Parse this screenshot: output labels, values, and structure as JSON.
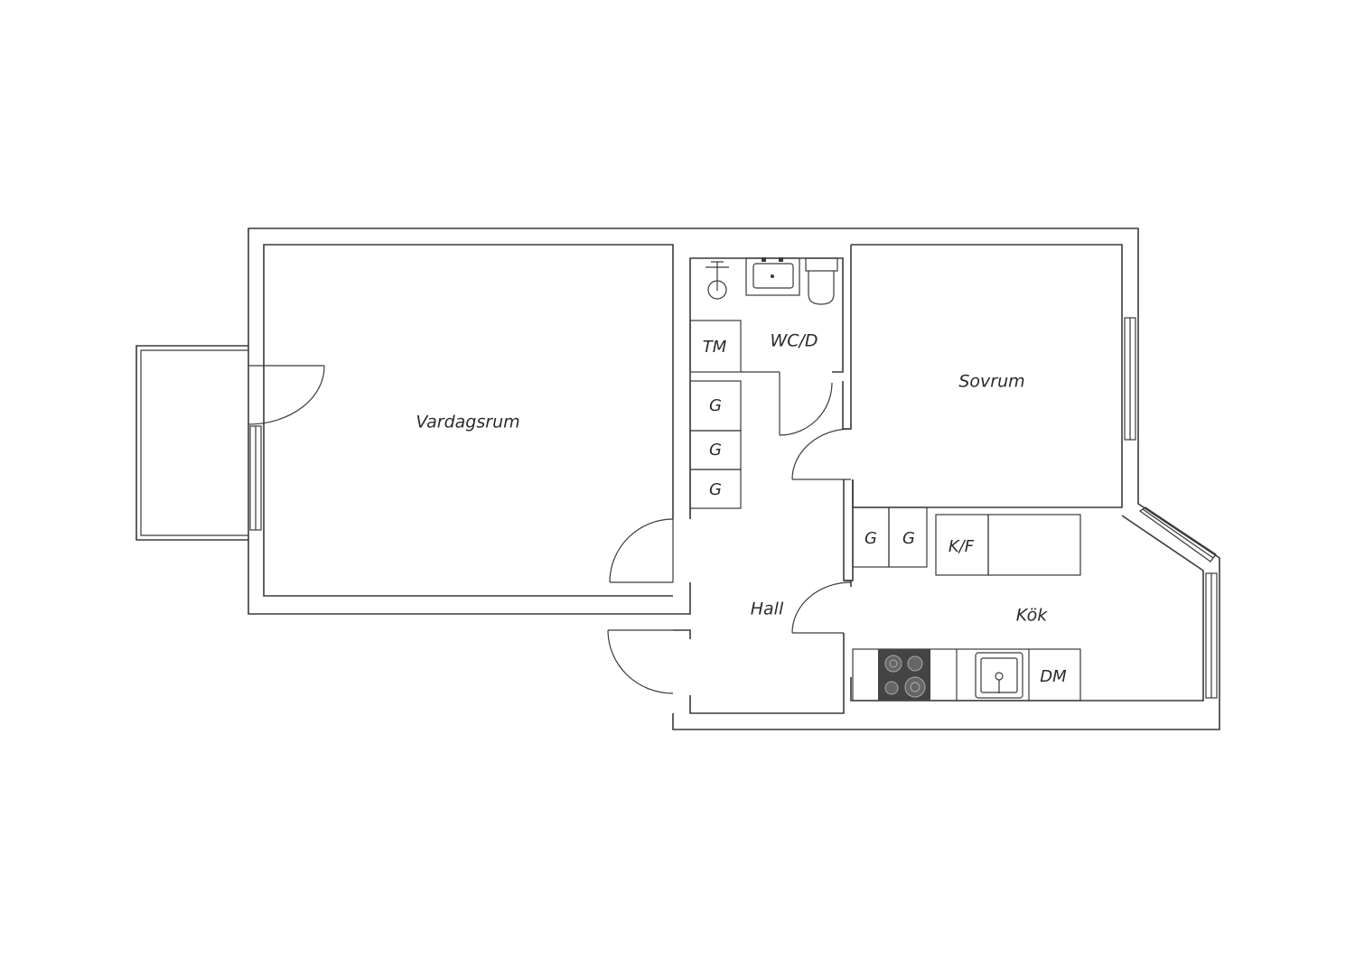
{
  "rooms": {
    "vardagsrum": "Vardagsrum",
    "sovrum": "Sovrum",
    "wc_d": "WC/D",
    "hall": "Hall",
    "kok": "Kök"
  },
  "fixtures": {
    "tm": "TM",
    "g": "G",
    "kf": "K/F",
    "dm": "DM"
  },
  "colors": {
    "walls": "#3a3a3a",
    "stove": "#444444",
    "background": "#ffffff"
  }
}
